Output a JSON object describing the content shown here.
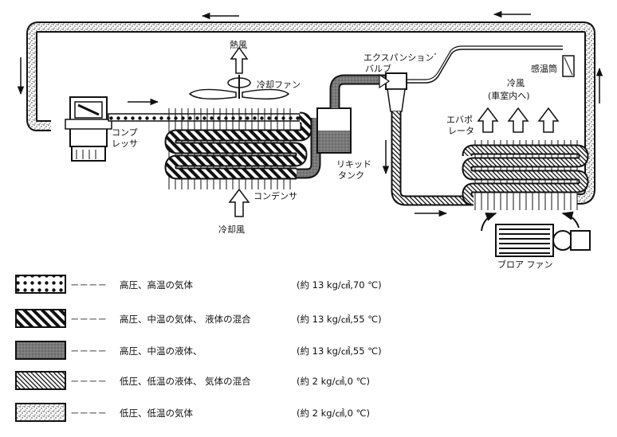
{
  "labels": {
    "hot_air": "熱風",
    "cooling_fan": "冷却ファン",
    "compressor_1": "コンプ",
    "compressor_2": "レッサ",
    "condenser": "コンデンサ",
    "cooling_air": "冷却風",
    "liquid_tank_1": "リキッド",
    "liquid_tank_2": "タンク",
    "expansion_valve_1": "エクスパンションﾞ",
    "expansion_valve_2": "バルブ",
    "temp_sensor": "感温筒",
    "cold_air_1": "冷風",
    "cold_air_2": "(車室内へ)",
    "evaporator_1": "エバポ",
    "evaporator_2": "レータ",
    "blower_fan": "ブロア ファン"
  },
  "legend": [
    {
      "pattern": "dots",
      "description": "高圧、高温の気体",
      "condition": "(約 13 kg/㎠,70 ℃)"
    },
    {
      "pattern": "thick-hatch",
      "description": "高圧、中温の気体、 液体の混合",
      "condition": "(約 13 kg/㎠,55 ℃)"
    },
    {
      "pattern": "dark-fill",
      "description": "高圧、中温の液体、",
      "condition": "(約 13 kg/㎠,55 ℃)"
    },
    {
      "pattern": "fine-hatch",
      "description": "低圧、低温の液体、 気体の混合",
      "condition": "(約 2 kg/㎠,0 ℃)"
    },
    {
      "pattern": "stipple",
      "description": "低圧、低温の気体",
      "condition": "(約 2 kg/㎠,0 ℃)"
    }
  ],
  "legend_dash": "－－－－"
}
